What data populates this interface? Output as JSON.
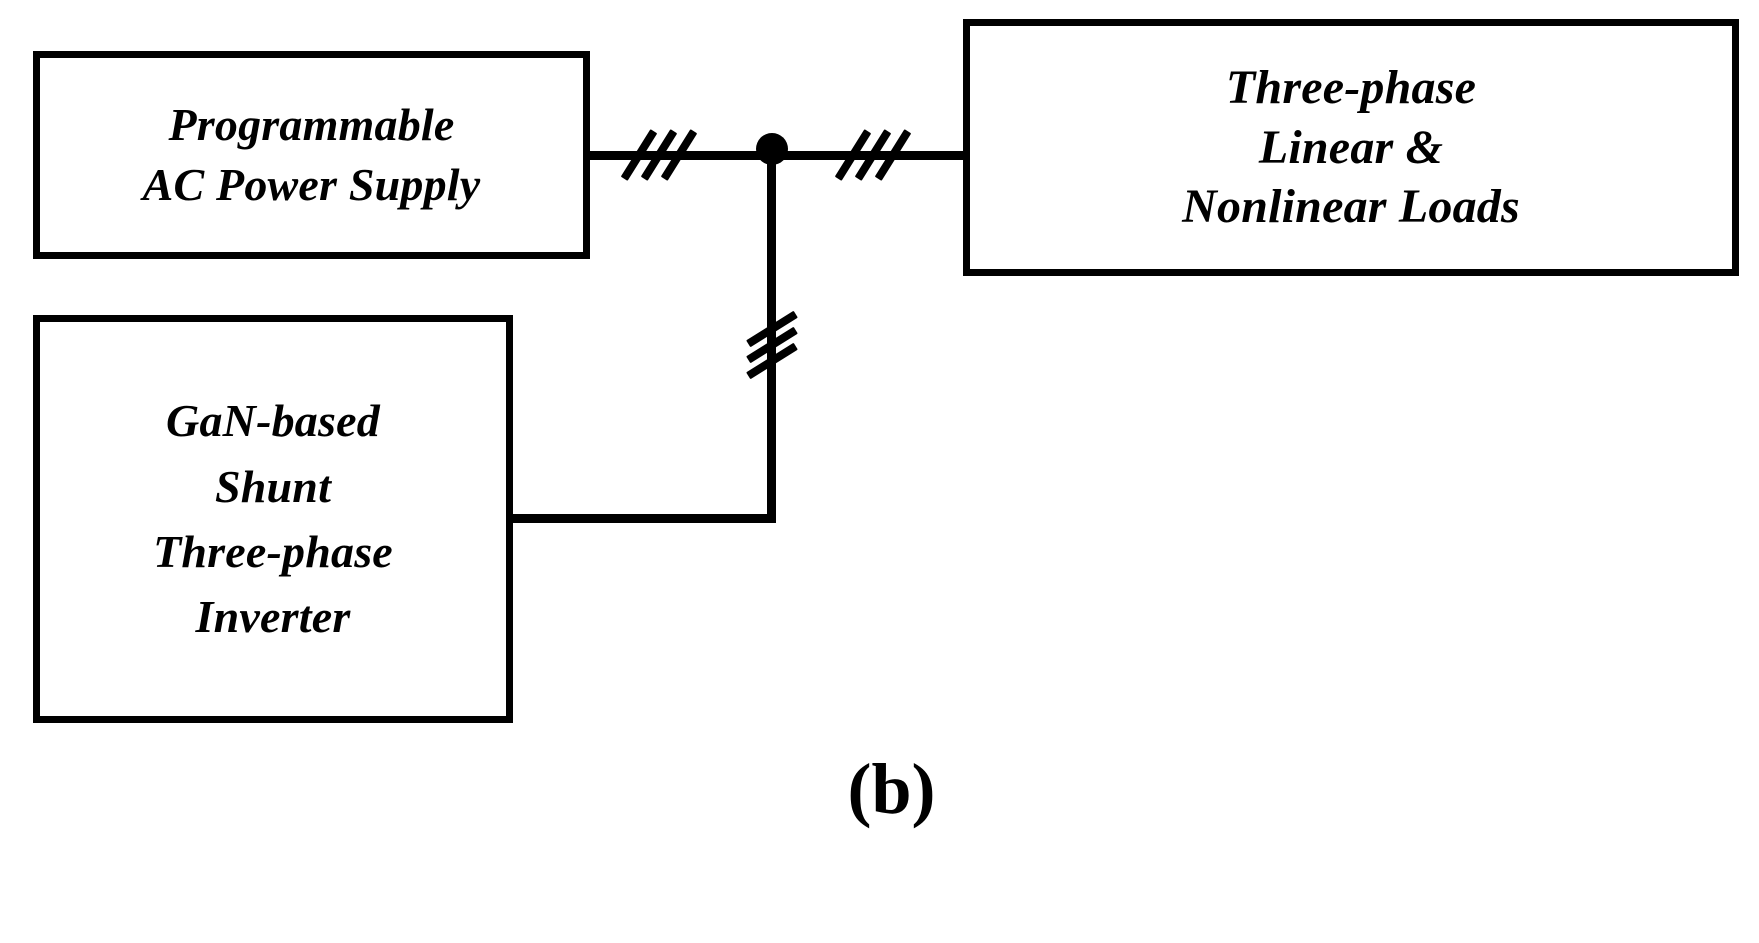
{
  "figure": {
    "caption": "(b)",
    "type": "single-line block diagram",
    "background_color": "#ffffff",
    "line_color": "#000000"
  },
  "blocks": [
    {
      "id": "programmable-ac-power-supply",
      "lines": [
        "Programmable",
        "AC Power Supply"
      ],
      "line1": "Programmable",
      "line2": "AC Power Supply"
    },
    {
      "id": "three-phase-linear-nonlinear-loads",
      "lines": [
        "Three-phase",
        "Linear &",
        "Nonlinear Loads"
      ],
      "line1": "Three-phase",
      "line2": "Linear &",
      "line3": "Nonlinear Loads"
    },
    {
      "id": "gan-based-shunt-three-phase-inverter",
      "lines": [
        "GaN-based",
        "Shunt",
        "Three-phase",
        "Inverter"
      ],
      "line1": "GaN-based",
      "line2": "Shunt",
      "line3": "Three-phase",
      "line4": "Inverter"
    }
  ],
  "connections": [
    {
      "id": "supply-to-pcc",
      "from": "programmable-ac-power-supply",
      "to": "point-of-common-coupling",
      "phase_marks": 3,
      "orientation": "horizontal"
    },
    {
      "id": "pcc-to-loads",
      "from": "point-of-common-coupling",
      "to": "three-phase-linear-nonlinear-loads",
      "phase_marks": 3,
      "orientation": "horizontal"
    },
    {
      "id": "pcc-to-inverter",
      "from": "point-of-common-coupling",
      "to": "gan-based-shunt-three-phase-inverter",
      "phase_marks": 3,
      "orientation": "vertical"
    }
  ],
  "junction": {
    "id": "point-of-common-coupling",
    "shape": "filled-circle"
  }
}
